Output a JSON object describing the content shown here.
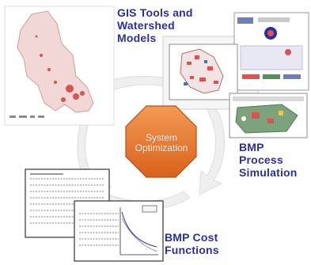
{
  "labels": {
    "gis_tools": [
      "GIS Tools and",
      "Watershed",
      "Models"
    ],
    "center": [
      "System",
      "Optimization"
    ],
    "bmp_process": [
      "BMP",
      "Process",
      "Simulation"
    ],
    "bmp_cost": [
      "BMP Cost",
      "Functions"
    ]
  },
  "colors": {
    "label_blue": "#2a2fa0",
    "octagon_orange": "#e8792e",
    "arrow_grey": "#e6e6e6",
    "map_red": "#d9534f"
  }
}
